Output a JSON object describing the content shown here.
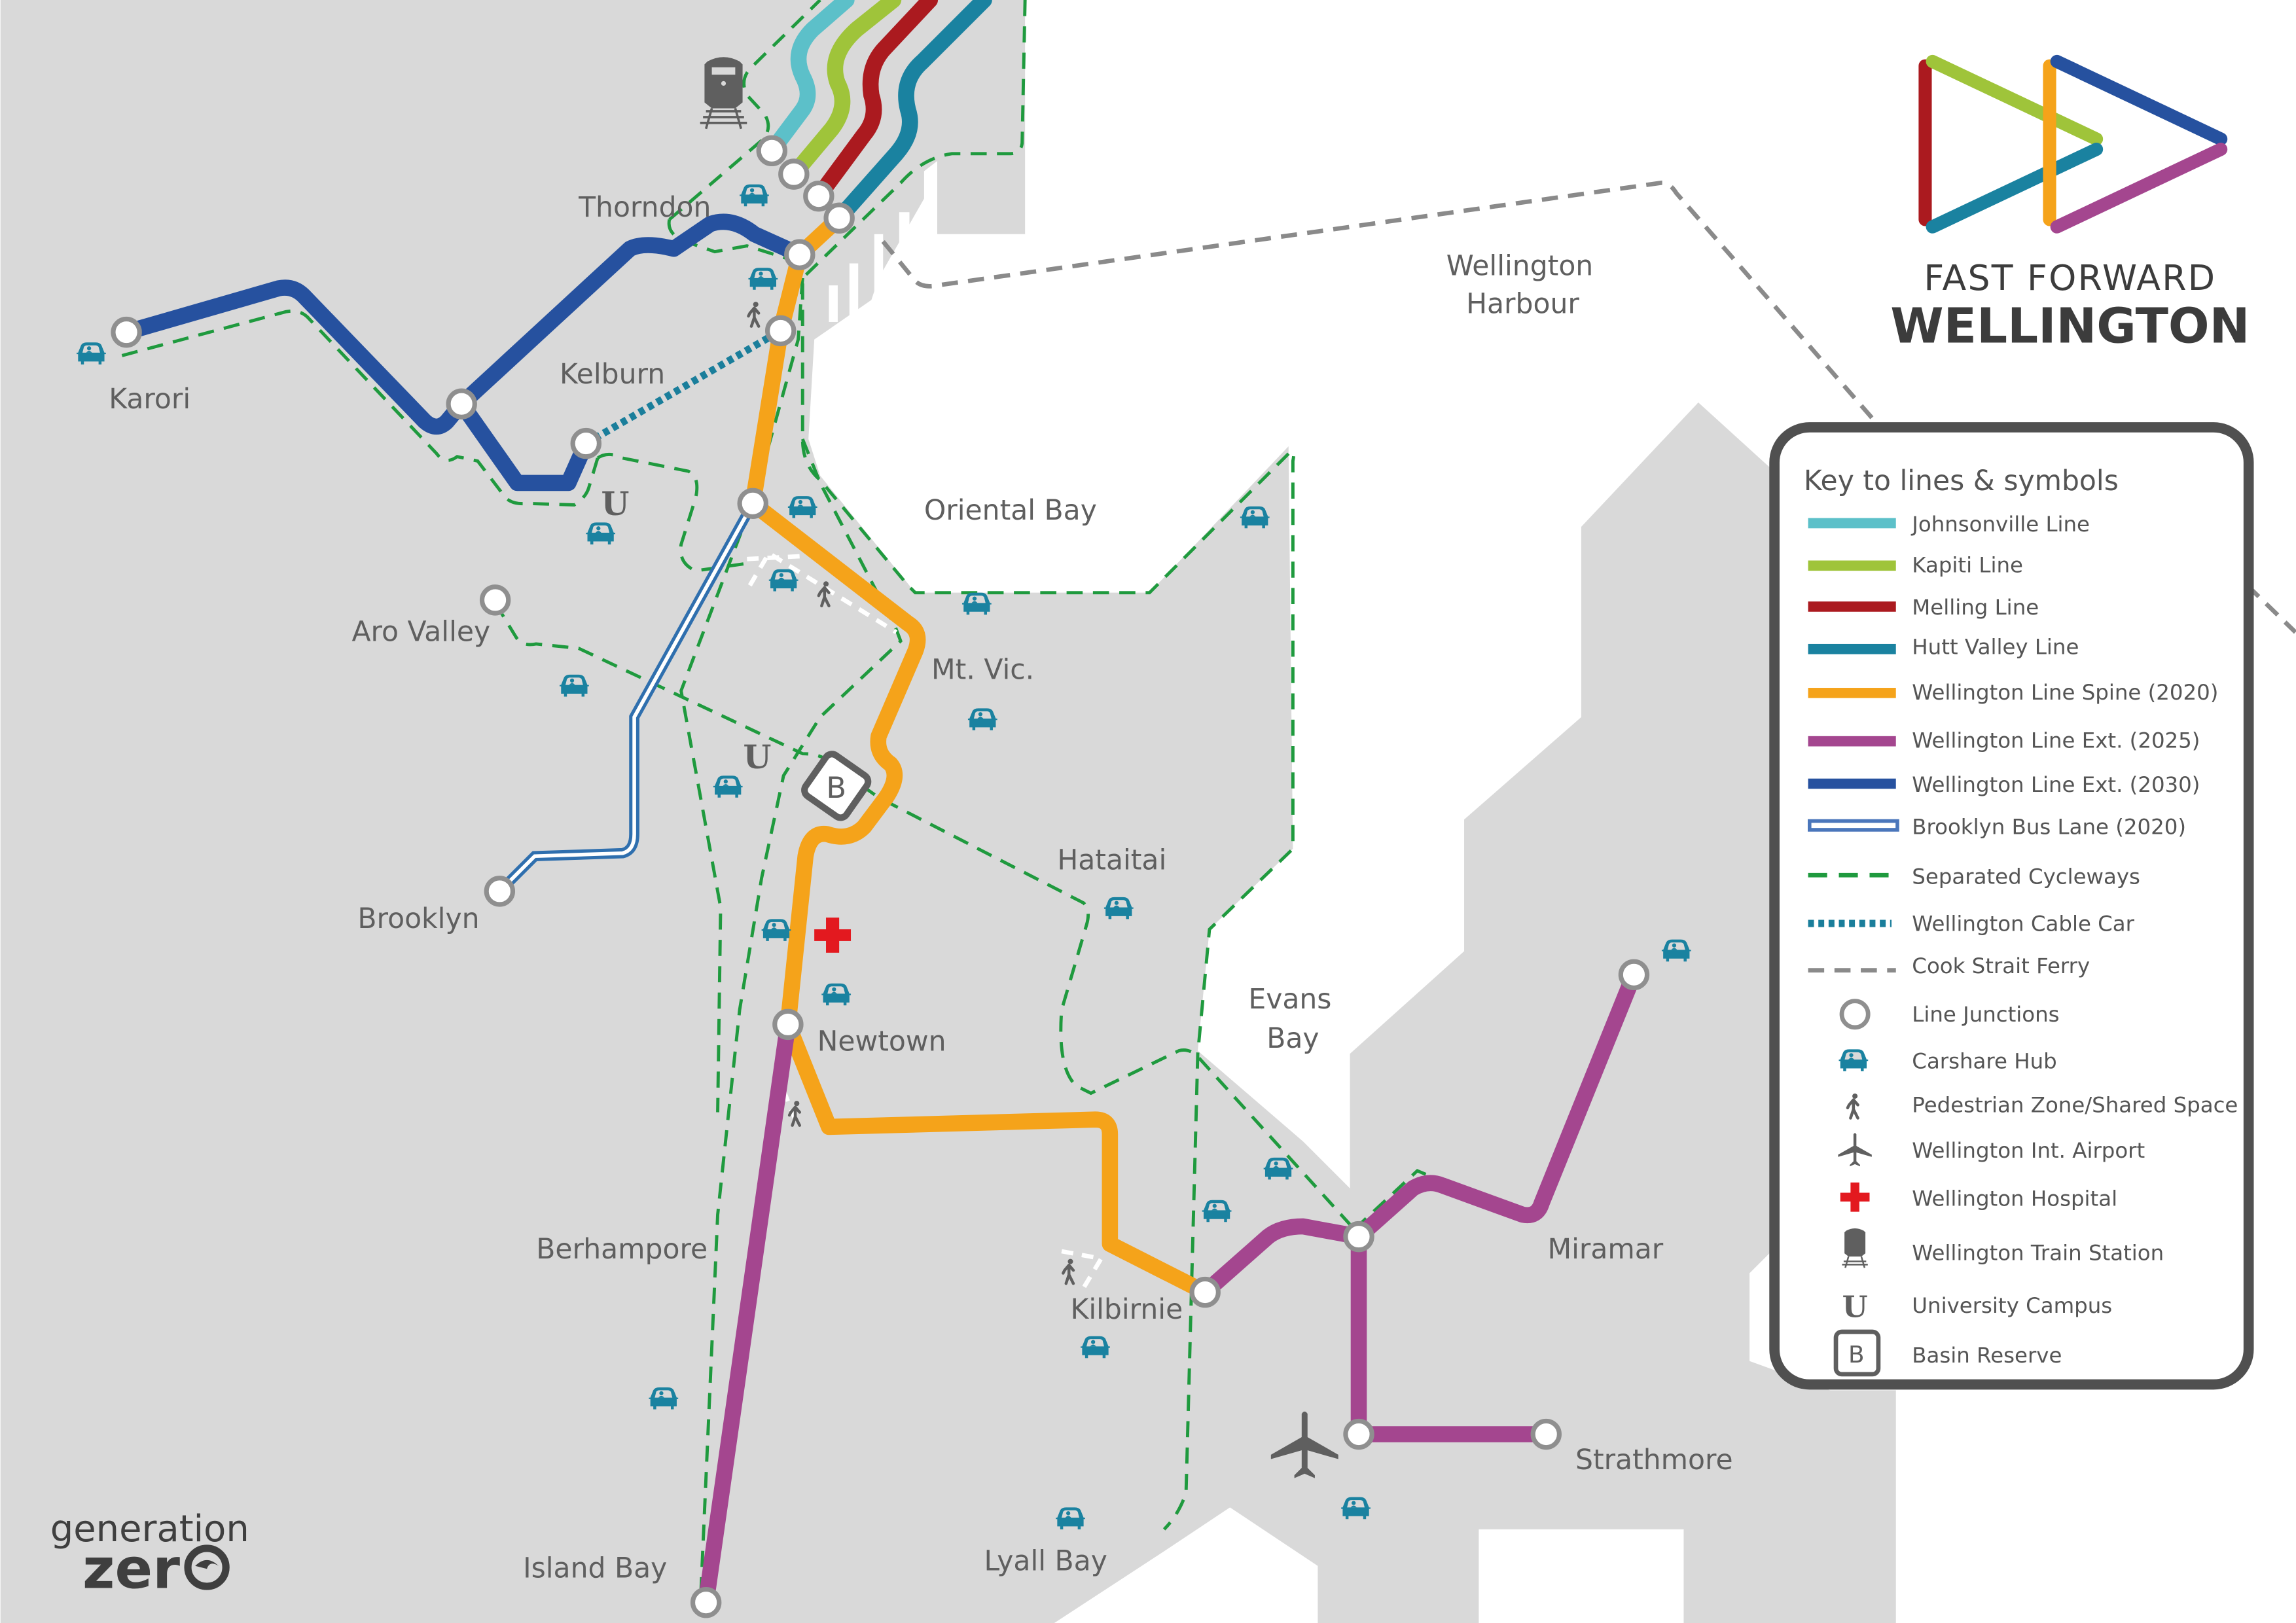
{
  "brand": {
    "line1": "FAST FORWARD",
    "line2": "WELLINGTON",
    "logo_colors": [
      "#ab1a1f",
      "#9fc43a",
      "#1a82a0",
      "#f5a31a",
      "#26519f",
      "#a4468f"
    ]
  },
  "sponsor": {
    "line1": "generation",
    "line2": "zer"
  },
  "water_labels": {
    "harbour_1": "Wellington",
    "harbour_2": "Harbour",
    "oriental_bay": "Oriental Bay",
    "evans_1": "Evans",
    "evans_2": "Bay"
  },
  "places": {
    "thorndon": "Thorndon",
    "karori": "Karori",
    "kelburn": "Kelburn",
    "aro_valley": "Aro Valley",
    "brooklyn": "Brooklyn",
    "mt_vic": "Mt. Vic.",
    "hataitai": "Hataitai",
    "newtown": "Newtown",
    "berhampore": "Berhampore",
    "island_bay": "Island Bay",
    "kilbirnie": "Kilbirnie",
    "lyall_bay": "Lyall Bay",
    "miramar": "Miramar",
    "strathmore": "Strathmore"
  },
  "symbols": {
    "basin_letter": "B",
    "university_letter": "U"
  },
  "colors": {
    "land": "#d9d9d9",
    "water": "#ffffff",
    "johnsonville": "#5cc0c9",
    "kapiti": "#9fc43a",
    "melling": "#ab1a1f",
    "hutt_valley": "#1a82a0",
    "spine_2020": "#f5a31a",
    "ext_2025": "#a4468f",
    "ext_2030": "#26519f",
    "bus_lane": "#2f6fae",
    "cycleway": "#1f9a3e",
    "cable_car": "#1a7e9b",
    "ferry": "#8a8a8a",
    "junction": "#8f8f8f",
    "carshare": "#1a82a0",
    "hospital": "#e3191f",
    "icon_grey": "#5f5f5f"
  },
  "legend": {
    "title": "Key to lines & symbols",
    "items": [
      {
        "label": "Johnsonville Line",
        "type": "line",
        "color": "#5cc0c9"
      },
      {
        "label": "Kapiti Line",
        "type": "line",
        "color": "#9fc43a"
      },
      {
        "label": "Melling Line",
        "type": "line",
        "color": "#ab1a1f"
      },
      {
        "label": "Hutt Valley Line",
        "type": "line",
        "color": "#1a82a0"
      },
      {
        "label": "Wellington Line Spine (2020)",
        "type": "line",
        "color": "#f5a31a"
      },
      {
        "label": "Wellington Line Ext. (2025)",
        "type": "line",
        "color": "#a4468f"
      },
      {
        "label": "Wellington Line Ext. (2030)",
        "type": "line",
        "color": "#26519f"
      },
      {
        "label": "Brooklyn Bus Lane (2020)",
        "type": "outline-line",
        "color": "#4a76bb"
      },
      {
        "label": "Separated Cycleways",
        "type": "dashed",
        "color": "#1f9a3e"
      },
      {
        "label": "Wellington Cable Car",
        "type": "dotted",
        "color": "#1a7e9b"
      },
      {
        "label": "Cook Strait Ferry",
        "type": "dashed",
        "color": "#8a8a8a"
      },
      {
        "label": "Line Junctions",
        "type": "junction-icon"
      },
      {
        "label": "Carshare Hub",
        "type": "car-icon"
      },
      {
        "label": "Pedestrian Zone/Shared Space",
        "type": "pedestrian-icon"
      },
      {
        "label": "Wellington Int. Airport",
        "type": "airplane-icon"
      },
      {
        "label": "Wellington Hospital",
        "type": "hospital-icon"
      },
      {
        "label": "Wellington Train Station",
        "type": "train-icon"
      },
      {
        "label": "University Campus",
        "type": "university-icon"
      },
      {
        "label": "Basin Reserve",
        "type": "basin-icon"
      }
    ]
  }
}
